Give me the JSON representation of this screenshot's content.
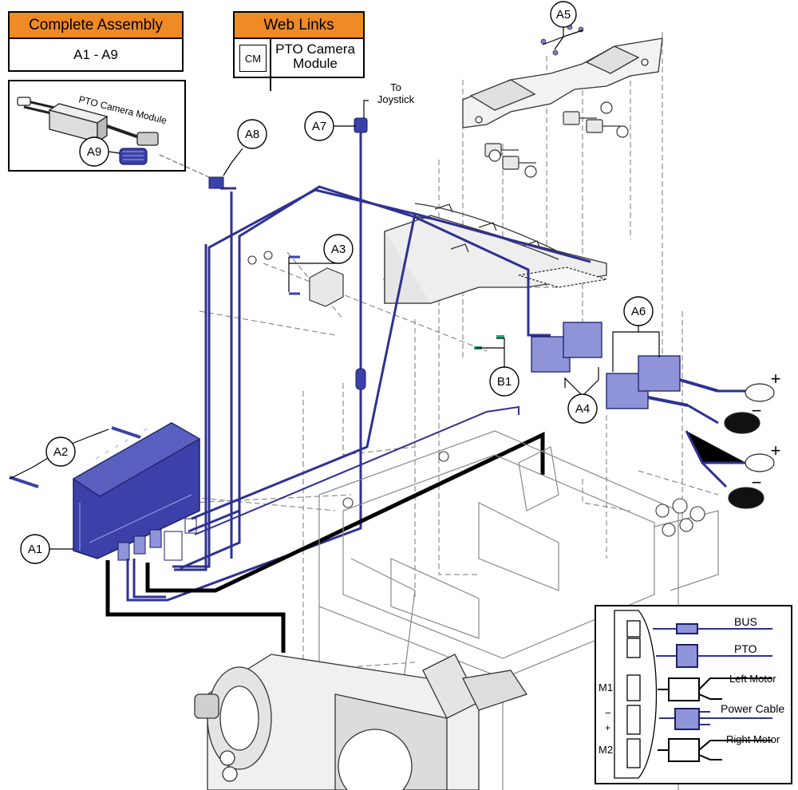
{
  "complete_assembly": {
    "header": "Complete Assembly",
    "range": "A1 - A9"
  },
  "web_links": {
    "header": "Web Links",
    "tag": "CM",
    "line1": "PTO Camera",
    "line2": "Module"
  },
  "inset_label": "PTO Camera Module",
  "joystick": {
    "line1": "To",
    "line2": "Joystick"
  },
  "callouts": {
    "a1": "A1",
    "a2": "A2",
    "a3": "A3",
    "a4": "A4",
    "a5": "A5",
    "a6": "A6",
    "a7": "A7",
    "a8": "A8",
    "a9": "A9",
    "b1": "B1"
  },
  "battery_symbols": {
    "plus": "+",
    "minus": "−"
  },
  "ports": {
    "m1": "M1",
    "minus": "−",
    "plus": "+",
    "m2": "M2"
  },
  "legend": {
    "bus": "BUS",
    "pto": "PTO",
    "left_motor": "Left Motor",
    "power_cable": "Power Cable",
    "right_motor": "Right Motor"
  },
  "colors": {
    "accent": "#f08a24",
    "harness": "#2e3192",
    "cable": "#000000",
    "part": "#4a4f9e"
  }
}
